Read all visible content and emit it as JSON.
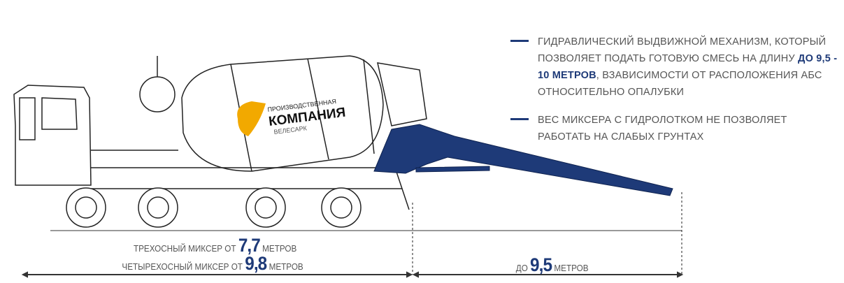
{
  "colors": {
    "accent": "#1e3a78",
    "text": "#555555",
    "logo": "#f2a900"
  },
  "logo": {
    "line1": "ПРОИЗВОДСТВЕННАЯ",
    "line2": "КОМПАНИЯ",
    "line3": "ВЕЛЕСАРК"
  },
  "bullets": [
    {
      "pre": "ГИДРАВЛИЧЕСКИЙ ВЫДВИЖНОЙ МЕХАНИЗМ, КОТОРЫЙ ПОЗВОЛЯЕТ ПОДАТЬ ГОТОВУЮ СМЕСЬ НА ДЛИНУ ",
      "bold": "ДО 9,5 - 10 МЕТРОВ",
      "post": ", ВЗАВИСИМОСТИ ОТ РАСПОЛОЖЕНИЯ АБС ОТНОСИТЕЛЬНО ОПАЛУБКИ"
    },
    {
      "pre": "ВЕС МИКСЕРА С ГИДРОЛОТКОМ НЕ ПОЗВОЛЯЕТ РАБОТАТЬ НА СЛАБЫХ ГРУНТАХ"
    }
  ],
  "dimensions": {
    "three_axle": {
      "pre": "ТРЕХОСНЫЙ МИКСЕР ОТ",
      "num": "7,7",
      "post": "МЕТРОВ"
    },
    "four_axle": {
      "pre": "ЧЕТЫРЕХОСНЫЙ МИКСЕР ОТ",
      "num": "9,8",
      "post": "МЕТРОВ"
    },
    "chute": {
      "pre": "ДО",
      "num": "9,5",
      "post": "МЕТРОВ"
    }
  }
}
